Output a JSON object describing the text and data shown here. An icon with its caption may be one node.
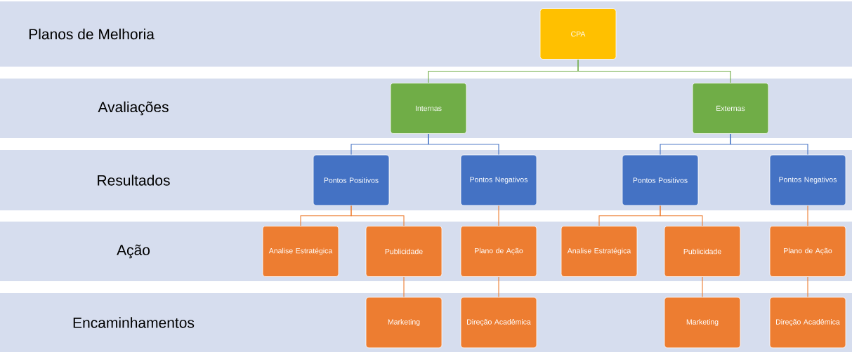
{
  "diagram": {
    "nodes": [
      {
        "text": [
          "Planos de Melhoria"
        ]
      },
      {
        "text": [
          "CPA"
        ],
        "in": 0
      },
      {
        "text": [
          "Avaliações"
        ]
      },
      {
        "text": [
          "Internas"
        ],
        "in": 2
      },
      {
        "text": [
          "Externas"
        ],
        "in": 2
      },
      {
        "text": [
          "Resultados"
        ]
      },
      {
        "text": [
          "Pontos Positivos"
        ],
        "in": 5
      },
      {
        "text": [
          "Pontos Negativos"
        ],
        "in": 5
      },
      {
        "text": [
          "Pontos Positivos"
        ],
        "in": 5
      },
      {
        "text": [
          "Pontos Negativos"
        ],
        "in": 5
      },
      {
        "text": [
          "Ação"
        ]
      },
      {
        "text": [
          "Analise Estratégica"
        ],
        "in": 10
      },
      {
        "text": [
          "Publicidade"
        ],
        "in": 10
      },
      {
        "text": [
          "Plano de Ação"
        ],
        "in": 10
      },
      {
        "text": [
          "Analise Estratégica"
        ],
        "in": 10
      },
      {
        "text": [
          "Publicidade"
        ],
        "in": 10
      },
      {
        "text": [
          "Plano de Ação"
        ],
        "in": 10
      },
      {
        "text": [
          "Encaminhamentos"
        ]
      },
      {
        "text": [
          "Marketing"
        ],
        "in": 17
      },
      {
        "text": [
          "Direção Acadêmica"
        ],
        "in": 17
      },
      {
        "text": [
          "Marketing"
        ],
        "in": 17
      },
      {
        "text": [
          "Direção Acadêmica"
        ],
        "in": 17
      }
    ],
    "edges": [
      {
        "from": 1,
        "to": 3,
        "arrow": "none",
        "color": "#70ad47"
      },
      {
        "from": 1,
        "to": 4,
        "arrow": "none",
        "color": "#70ad47"
      },
      {
        "from": 3,
        "to": 6,
        "arrow": "none",
        "color": "#4472c4"
      },
      {
        "from": 3,
        "to": 7,
        "arrow": "none",
        "color": "#4472c4"
      },
      {
        "from": 4,
        "to": 8,
        "arrow": "none",
        "color": "#4472c4"
      },
      {
        "from": 4,
        "to": 9,
        "arrow": "none",
        "color": "#4472c4"
      },
      {
        "from": 6,
        "to": 11,
        "arrow": "none"
      },
      {
        "from": 6,
        "to": 12,
        "arrow": "none"
      },
      {
        "from": 7,
        "to": 13,
        "arrow": "none"
      },
      {
        "from": 8,
        "to": 14,
        "arrow": "none"
      },
      {
        "from": 8,
        "to": 15,
        "arrow": "none"
      },
      {
        "from": 9,
        "to": 16,
        "arrow": "none"
      },
      {
        "from": 12,
        "to": 18,
        "arrow": "none"
      },
      {
        "from": 13,
        "to": 19,
        "arrow": "none"
      },
      {
        "from": 15,
        "to": 20,
        "arrow": "none"
      },
      {
        "from": 16,
        "to": 21,
        "arrow": "none"
      }
    ]
  }
}
